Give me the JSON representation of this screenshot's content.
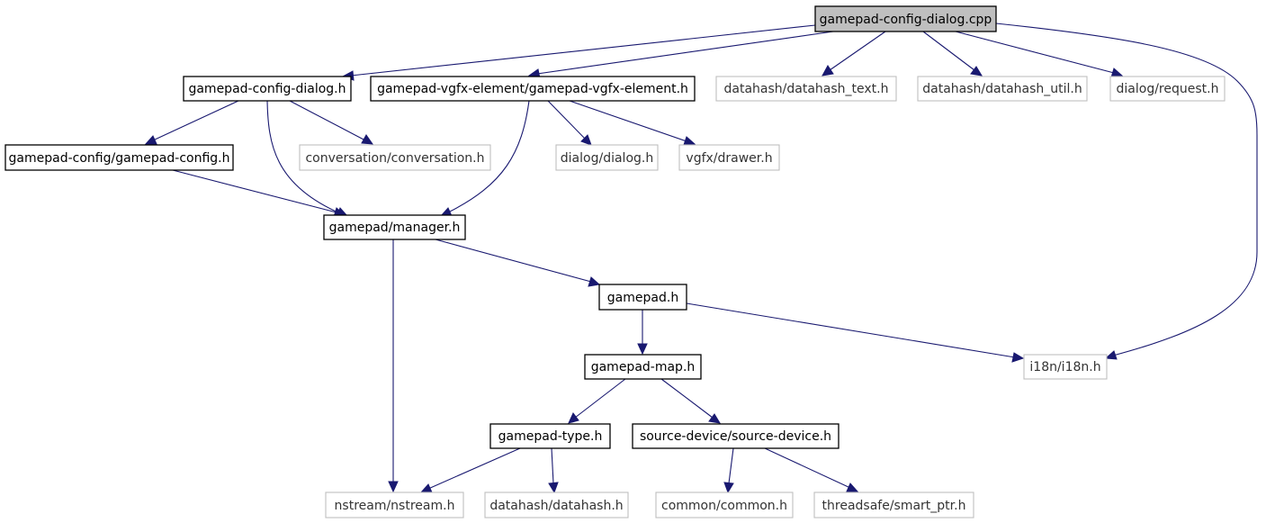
{
  "nodes": {
    "gamepad_config_dialog_cpp": "gamepad-config-dialog.cpp",
    "gamepad_config_dialog_h": "gamepad-config-dialog.h",
    "gamepad_vgfx_element_h": "gamepad-vgfx-element/gamepad-vgfx-element.h",
    "datahash_text_h": "datahash/datahash_text.h",
    "datahash_util_h": "datahash/datahash_util.h",
    "dialog_request_h": "dialog/request.h",
    "gamepad_config_h": "gamepad-config/gamepad-config.h",
    "conversation_h": "conversation/conversation.h",
    "dialog_dialog_h": "dialog/dialog.h",
    "vgfx_drawer_h": "vgfx/drawer.h",
    "gamepad_manager_h": "gamepad/manager.h",
    "gamepad_h": "gamepad.h",
    "i18n_h": "i18n/i18n.h",
    "gamepad_map_h": "gamepad-map.h",
    "gamepad_type_h": "gamepad-type.h",
    "source_device_h": "source-device/source-device.h",
    "nstream_h": "nstream/nstream.h",
    "datahash_h": "datahash/datahash.h",
    "common_h": "common/common.h",
    "smart_ptr_h": "threadsafe/smart_ptr.h"
  },
  "colors": {
    "edge": "#191970",
    "root_fill": "#bfbfbf",
    "external_border": "#bfbfbf",
    "internal_border": "#000000"
  }
}
